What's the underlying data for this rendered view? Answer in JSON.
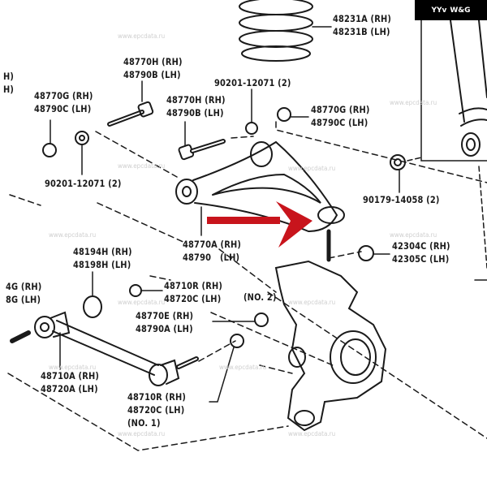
{
  "badge": {
    "logo_mark": "YYv",
    "text": "W&G"
  },
  "watermark": "www.epcdata.ru",
  "colors": {
    "arrow": "#c8141c",
    "ink": "#1a1a1a",
    "badge_bg": "#000000"
  },
  "callouts": {
    "spring": {
      "rh": "48231A (RH)",
      "lh": "48231B (LH)"
    },
    "bolt_upper_left": {
      "rh": "48770H (RH)",
      "lh": "48790B (LH)"
    },
    "washer_top": "90201-12071 (2)",
    "nut_left": {
      "rh": "48770G (RH)",
      "lh": "48790C (LH)"
    },
    "bolt_upper_mid": {
      "rh": "48770H (RH)",
      "lh": "48790B (LH)"
    },
    "nut_right": {
      "rh": "48770G (RH)",
      "lh": "48790C (LH)"
    },
    "washer_left": "90201-12071 (2)",
    "shock_nut": "90179-14058 (2)",
    "upper_arm": {
      "rh": "48770A (RH)",
      "lh": "48790   (LH)"
    },
    "ball_joint_nut": {
      "rh": "42304C (RH)",
      "lh": "42305C (LH)"
    },
    "bushing": {
      "rh": "48194H (RH)",
      "lh": "48198H (LH)"
    },
    "left_partial": {
      "rh": "4G (RH)",
      "lh": "8G (LH)"
    },
    "left_edge_partial": {
      "a": "H)",
      "b": "H)"
    },
    "link_nut_no2": {
      "rh": "48710R (RH)",
      "lh": "48720C (LH)",
      "note": "(NO. 2)"
    },
    "link_nut_e": {
      "rh": "48770E (RH)",
      "lh": "48790A (LH)"
    },
    "lateral_link": {
      "rh": "48710A (RH)",
      "lh": "48720A (LH)"
    },
    "link_nut_no1": {
      "rh": "48710R (RH)",
      "lh": "48720C (LH)",
      "note": "(NO. 1)"
    }
  }
}
